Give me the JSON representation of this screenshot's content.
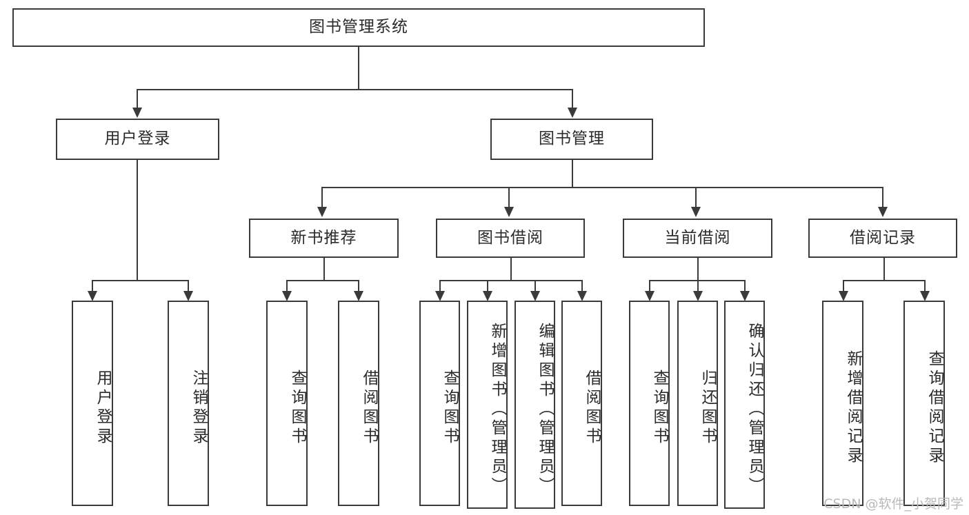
{
  "diagram": {
    "title": "图书管理系统",
    "watermark": "CSDN @软件_小贺同学",
    "accent_color": "#3a3a3a",
    "background_color": "#ffffff",
    "text_color": "#2b2b2b"
  },
  "root": {
    "label": "图书管理系统"
  },
  "level2": [
    {
      "label": "用户登录"
    },
    {
      "label": "图书管理"
    }
  ],
  "level3": [
    {
      "label": "新书推荐"
    },
    {
      "label": "图书借阅"
    },
    {
      "label": "当前借阅"
    },
    {
      "label": "借阅记录"
    }
  ],
  "leaves": {
    "user_login": [
      {
        "label": "用户登录"
      },
      {
        "label": "注销登录"
      }
    ],
    "new_books": [
      {
        "label": "查询图书"
      },
      {
        "label": "借阅图书"
      }
    ],
    "book_borrow": [
      {
        "label": "查询图书"
      },
      {
        "label": "新增图书（管理员）"
      },
      {
        "label": "编辑图书（管理员）"
      },
      {
        "label": "借阅图书"
      }
    ],
    "current_borrow": [
      {
        "label": "查询图书"
      },
      {
        "label": "归还图书"
      },
      {
        "label": "确认归还（管理员）"
      }
    ],
    "borrow_records": [
      {
        "label": "新增借阅记录"
      },
      {
        "label": "查询借阅记录"
      }
    ]
  }
}
